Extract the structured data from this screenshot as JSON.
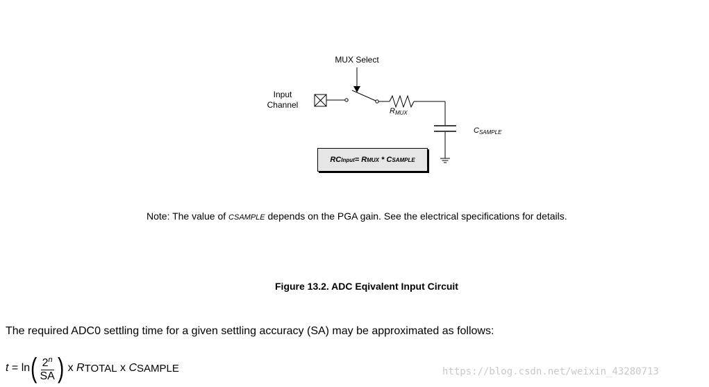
{
  "diagram": {
    "mux_select_label": "MUX Select",
    "input_label_line1": "Input",
    "input_label_line2": "Channel",
    "r_mux_label": "R",
    "r_mux_sub": "MUX",
    "c_sample_label": "C",
    "c_sample_sub": "SAMPLE",
    "rc_box": {
      "rc": "RC",
      "rc_sub": "Input",
      "eq": "= R",
      "r_sub": "MUX",
      "times": " * C",
      "c_sub": "SAMPLE"
    }
  },
  "note": {
    "prefix": "Note: The value of ",
    "c_sample": "CSAMPLE",
    "suffix": " depends on the PGA gain. See the electrical specifications for details."
  },
  "figure_caption": "Figure 13.2.  ADC Eqivalent Input Circuit",
  "paragraph": "The required ADC0 settling time for a given settling accuracy (SA) may be approximated as follows:",
  "formula": {
    "lhs": "t",
    "equals": " = ",
    "ln": "ln",
    "num_base": "2",
    "num_exp": "n",
    "den": "SA",
    "times1": " x ",
    "r": "R",
    "r_sub": "TOTAL",
    "times2": " x ",
    "c": "C",
    "c_sub": "SAMPLE"
  },
  "watermark": "https://blog.csdn.net/weixin_43280713"
}
